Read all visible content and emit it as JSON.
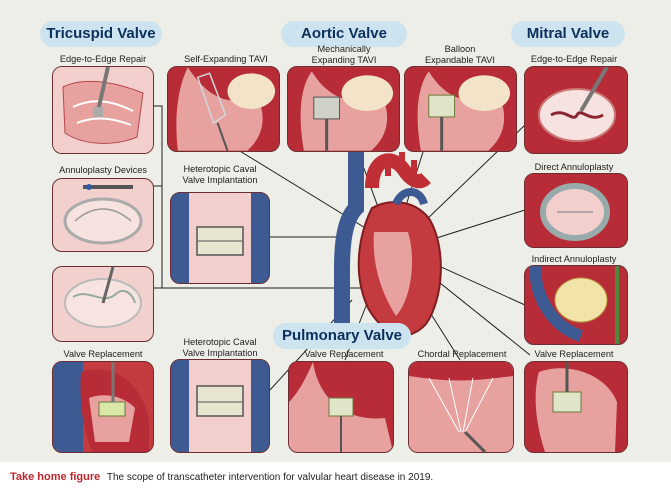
{
  "figure": {
    "sections": {
      "tricuspid": "Tricuspid Valve",
      "aortic": "Aortic Valve",
      "mitral": "Mitral Valve",
      "pulmonary": "Pulmonary Valve"
    },
    "labels": {
      "tv_edge": "Edge-to-Edge Repair",
      "tv_annulo": "Annuloplasty Devices",
      "tv_replace": "Valve Replacement",
      "sev_tavi": "Self-Expanding TAVI",
      "mech_tavi_1": "Mechanically",
      "mech_tavi_2": "Expanding TAVI",
      "balloon_tavi_1": "Balloon",
      "balloon_tavi_2": "Expandable TAVI",
      "hcvi_top_1": "Heterotopic Caval",
      "hcvi_top_2": "Valve Implantation",
      "hcvi_bot_1": "Heterotopic Caval",
      "hcvi_bot_2": "Valve Implantation",
      "pv_replace": "Valve Replacement",
      "chordal": "Chordal Replacement",
      "mv_edge": "Edge-to-Edge Repair",
      "mv_direct": "Direct Annuloplasty",
      "mv_indirect": "Indirect Annuloplasty",
      "mv_replace": "Valve Replacement"
    },
    "colors": {
      "background": "#eceee7",
      "header_fill": "#cde3ef",
      "header_text": "#0c2f5c",
      "panel_border": "#6b2f33",
      "tissue": "#e7a2a0",
      "muscle": "#b72c37",
      "vein": "#3e5a93",
      "caption_key": "#c0262d"
    }
  },
  "caption": {
    "key": "Take home figure",
    "text": "The scope of transcatheter intervention for valvular heart disease in 2019."
  }
}
